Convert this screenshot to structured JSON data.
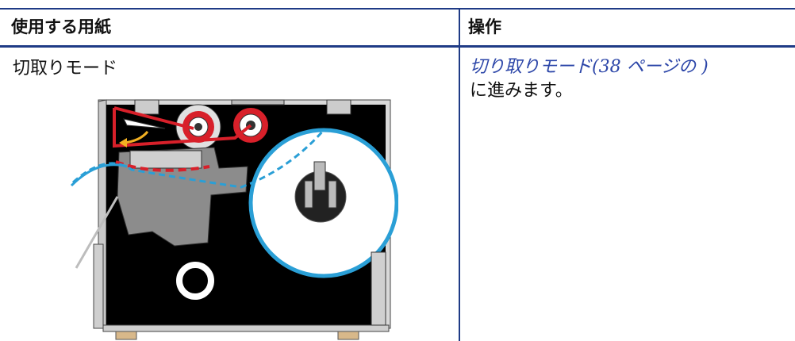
{
  "table": {
    "header": {
      "col_media": "使用する用紙",
      "col_action": "操作"
    },
    "rows": [
      {
        "media": "切取りモード",
        "action_link": "切り取りモード",
        "action_page_ref": "(38 ページの )",
        "action_suffix": "に進みます。"
      }
    ]
  },
  "illustration": {
    "colors": {
      "ribbon_path": "#d8202a",
      "media_path": "#2a9fd6",
      "arrow": "#f2b022",
      "body": "#000000",
      "frame": "#bdbdbd"
    }
  }
}
